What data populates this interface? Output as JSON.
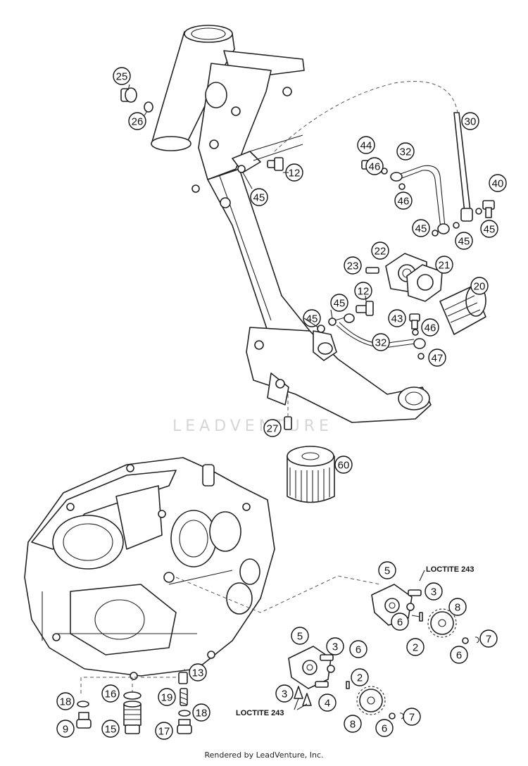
{
  "diagram": {
    "watermark": "LEADVENTURE",
    "footer": "Rendered by LeadVenture, Inc.",
    "notes": [
      "LOCTITE 243",
      "LOCTITE 243"
    ],
    "callouts": [
      "25",
      "26",
      "12",
      "45",
      "44",
      "46",
      "32",
      "46",
      "30",
      "40",
      "45",
      "45",
      "45",
      "22",
      "21",
      "23",
      "20",
      "12",
      "45",
      "45",
      "43",
      "46",
      "32",
      "47",
      "27",
      "60",
      "5",
      "3",
      "6",
      "8",
      "2",
      "6",
      "7",
      "5",
      "3",
      "6",
      "2",
      "13",
      "16",
      "18",
      "19",
      "3",
      "4",
      "18",
      "9",
      "15",
      "17",
      "8",
      "6",
      "7"
    ]
  }
}
